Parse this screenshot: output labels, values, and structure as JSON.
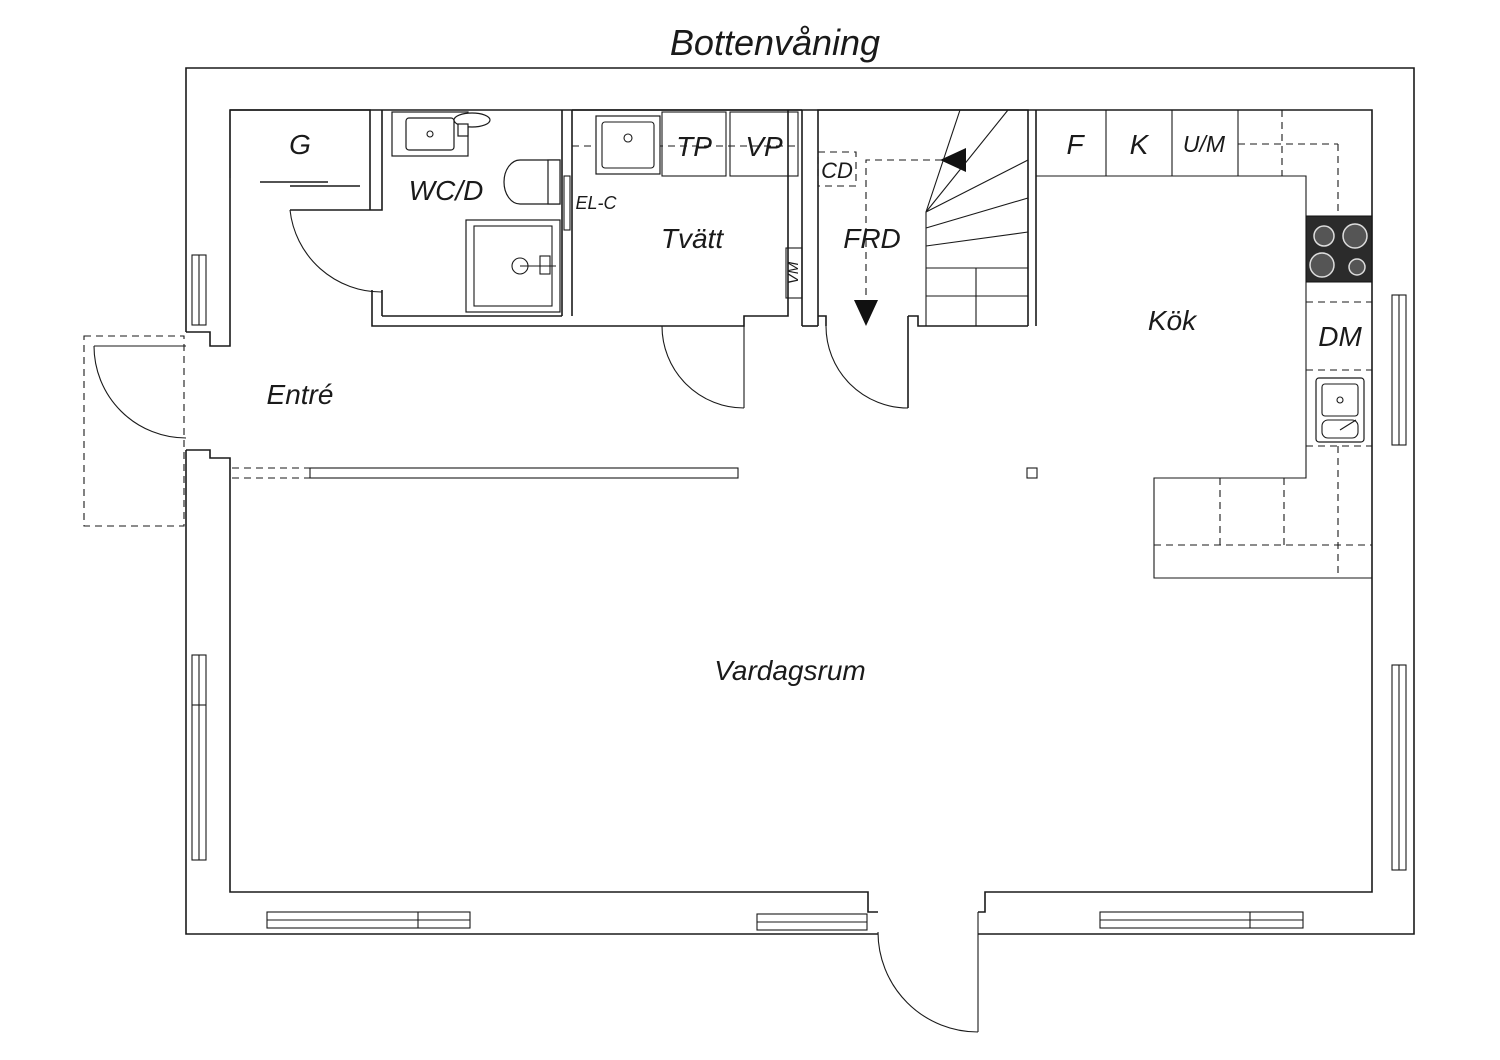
{
  "title": "Bottenvåning",
  "rooms": {
    "g": "G",
    "wc": "WC/D",
    "elc": "EL-C",
    "tp": "TP",
    "vp": "VP",
    "tvatt": "Tvätt",
    "vm": "VM",
    "cd": "CD",
    "frd": "FRD",
    "f": "F",
    "k": "K",
    "um": "U/M",
    "kok": "Kök",
    "dm": "DM",
    "entre": "Entré",
    "vardagsrum": "Vardagsrum"
  }
}
